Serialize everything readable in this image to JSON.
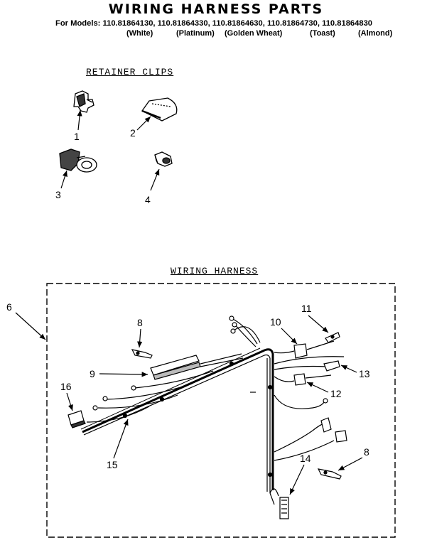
{
  "header": {
    "title": "WIRING HARNESS PARTS",
    "models_line": "For Models: 110.81864130, 110.81864330, 110.81864630, 110.81864730, 110.81864830",
    "colors": [
      "(White)",
      "(Platinum)",
      "(Golden Wheat)",
      "(Toast)",
      "(Almond)"
    ]
  },
  "sections": {
    "retainer_clips": "RETAINER CLIPS",
    "wiring_harness": "WIRING HARNESS"
  },
  "callouts": {
    "c1": "1",
    "c2": "2",
    "c3": "3",
    "c4": "4",
    "c6": "6",
    "c8a": "8",
    "c8b": "8",
    "c9": "9",
    "c10": "10",
    "c11": "11",
    "c12": "12",
    "c13": "13",
    "c14": "14",
    "c15": "15",
    "c16": "16"
  }
}
